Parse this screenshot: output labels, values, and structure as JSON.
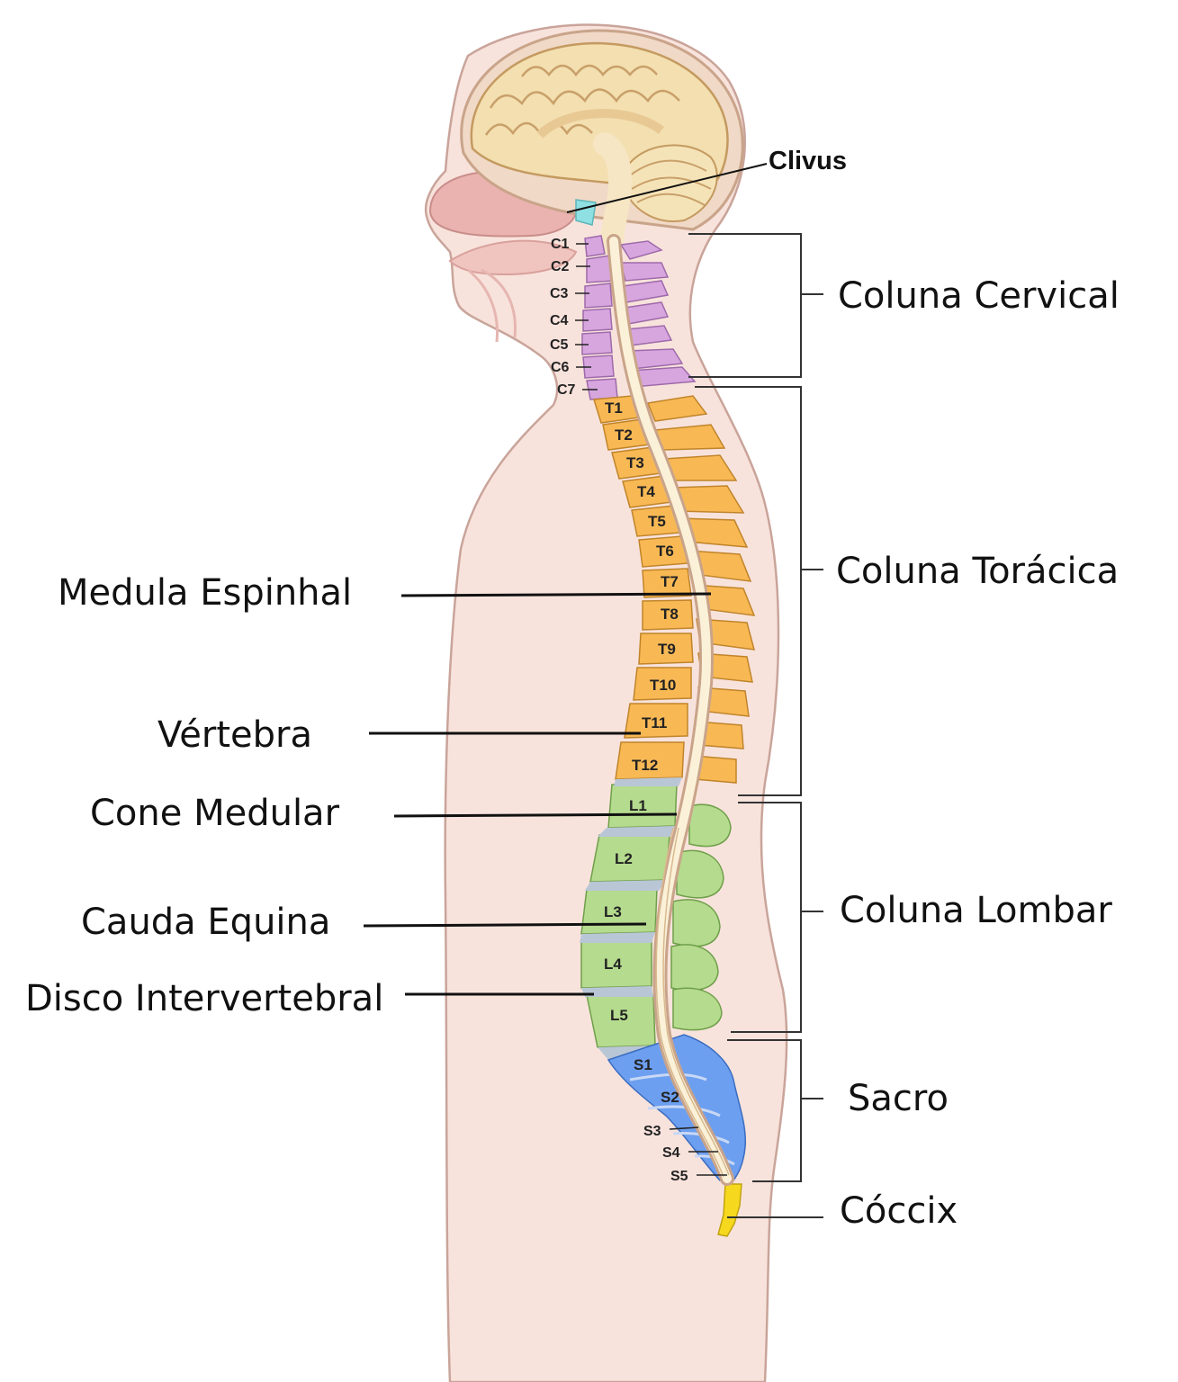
{
  "diagram": {
    "top_label": "Clivus",
    "regions": {
      "cervical": "Coluna Cervical",
      "thoracic": "Coluna Torácica",
      "lumbar": "Coluna Lombar",
      "sacrum": "Sacro",
      "coccyx": "Cóccix"
    },
    "left_labels": {
      "spinal_cord": "Medula Espinhal",
      "vertebra": "Vértebra",
      "conus": "Cone Medular",
      "cauda": "Cauda Equina",
      "disc": "Disco Intervertebral"
    },
    "cervical_vertebrae": [
      "C1",
      "C2",
      "C3",
      "C4",
      "C5",
      "C6",
      "C7"
    ],
    "thoracic_vertebrae": [
      "T1",
      "T2",
      "T3",
      "T4",
      "T5",
      "T6",
      "T7",
      "T8",
      "T9",
      "T10",
      "T11",
      "T12"
    ],
    "lumbar_vertebrae": [
      "L1",
      "L2",
      "L3",
      "L4",
      "L5"
    ],
    "sacral_vertebrae": [
      "S1",
      "S2",
      "S3",
      "S4",
      "S5"
    ],
    "colors": {
      "body": "#f8e3dc",
      "body_outline": "#c9a49a",
      "brain": "#f3dfb0",
      "cervical": "#d7a6df",
      "thoracic": "#f8b955",
      "lumbar": "#b5db8e",
      "sacral": "#6d9ff0",
      "coccyx": "#f6d81e",
      "disc": "#b9c6d6",
      "cord": "#faf1d8"
    }
  }
}
